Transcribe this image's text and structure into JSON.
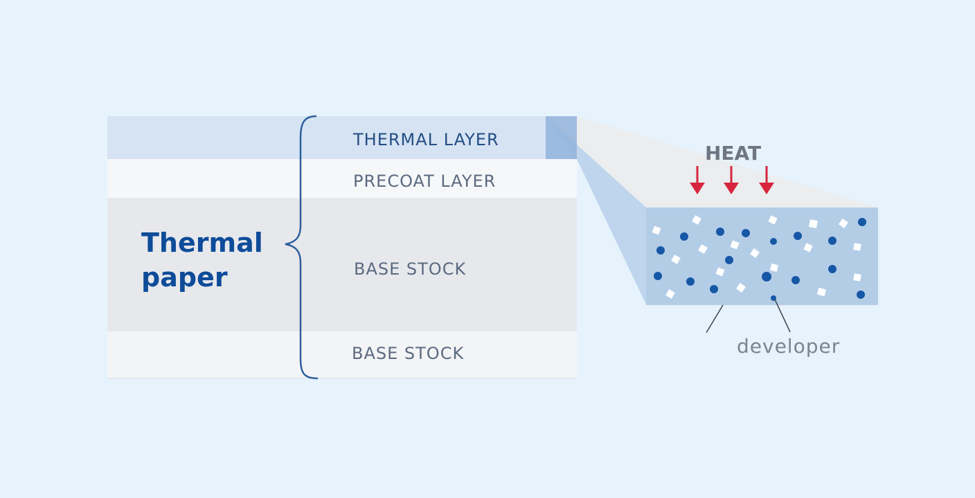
{
  "title": {
    "line1": "Thermal",
    "line2": "paper"
  },
  "layers": [
    {
      "key": "thermal",
      "label": "THERMAL LAYER"
    },
    {
      "key": "precoat",
      "label": "PRECOAT LAYER"
    },
    {
      "key": "base1",
      "label": "BASE STOCK"
    },
    {
      "key": "base2",
      "label": "BASE STOCK"
    }
  ],
  "zoom": {
    "heat_label": "HEAT",
    "callout_label": "developer",
    "heat_arrow_count": 3
  },
  "colors": {
    "background": "#e6f3fc",
    "title": "#0e4c99",
    "thermal_layer": "#d5e3f3",
    "precoat_layer": "#f6f7f9",
    "base_layer_dark": "#e7e8ec",
    "base_layer_light": "#f3f4f6",
    "layer_text": "#5b6a80",
    "thermal_text": "#244d84",
    "brace": "#2e5f9c",
    "block_fill": "#b4cde7",
    "developer_dot": "#1758a6",
    "particle": "#ffffff",
    "heat_arrow": "#d7263d",
    "heat_text": "#6f7682"
  }
}
